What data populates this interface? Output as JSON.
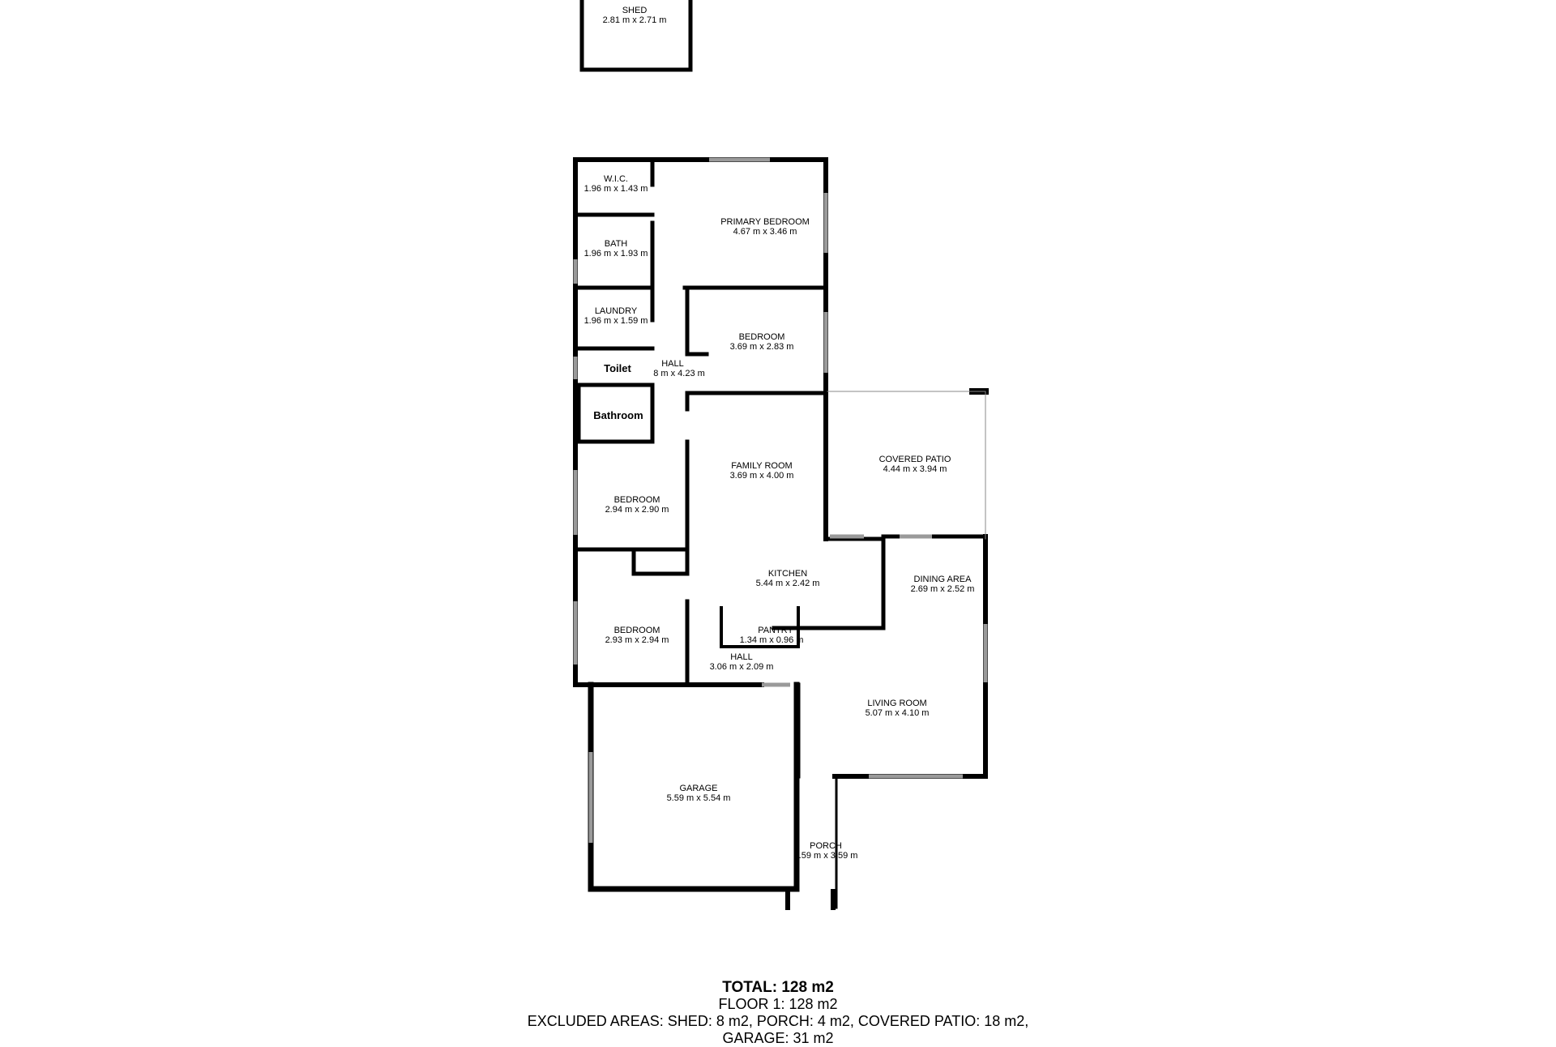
{
  "rooms": {
    "shed": {
      "name": "SHED",
      "size": "2.81 m x 2.71 m"
    },
    "wic": {
      "name": "W.I.C.",
      "size": "1.96 m x 1.43 m"
    },
    "primary_bedroom": {
      "name": "PRIMARY BEDROOM",
      "size": "4.67 m x 3.46 m"
    },
    "bath": {
      "name": "BATH",
      "size": "1.96 m x 1.93 m"
    },
    "laundry": {
      "name": "LAUNDRY",
      "size": "1.96 m x 1.59 m"
    },
    "bedroom_1": {
      "name": "BEDROOM",
      "size": "3.69 m x 2.83 m"
    },
    "hall_1": {
      "name": "HALL",
      "size": "8 m x 4.23 m"
    },
    "toilet": {
      "name": "Toilet"
    },
    "bathroom": {
      "name": "Bathroom"
    },
    "family_room": {
      "name": "FAMILY ROOM",
      "size": "3.69 m x 4.00 m"
    },
    "covered_patio": {
      "name": "COVERED PATIO",
      "size": "4.44 m x 3.94 m"
    },
    "bedroom_2": {
      "name": "BEDROOM",
      "size": "2.94 m x 2.90 m"
    },
    "kitchen": {
      "name": "KITCHEN",
      "size": "5.44 m x 2.42 m"
    },
    "dining_area": {
      "name": "DINING AREA",
      "size": "2.69 m x 2.52 m"
    },
    "bedroom_3": {
      "name": "BEDROOM",
      "size": "2.93 m x 2.94 m"
    },
    "pantry": {
      "name": "PANTRY",
      "size": "1.34 m x 0.96 m"
    },
    "hall_2": {
      "name": "HALL",
      "size": "3.06 m x 2.09 m"
    },
    "living_room": {
      "name": "LIVING ROOM",
      "size": "5.07 m x 4.10 m"
    },
    "garage": {
      "name": "GARAGE",
      "size": "5.59 m x 5.54 m"
    },
    "porch": {
      "name": "PORCH",
      "size": "1.59 m x 3.59 m"
    }
  },
  "summary": {
    "total": "TOTAL: 128 m2",
    "floor": "FLOOR 1: 128 m2",
    "excluded": "EXCLUDED AREAS: SHED: 8 m2, PORCH: 4 m2, COVERED PATIO: 18 m2,",
    "excluded_cont": "GARAGE: 31 m2"
  },
  "colors": {
    "wall": "#000000",
    "window": "#9a9a9a",
    "background": "#ffffff"
  }
}
